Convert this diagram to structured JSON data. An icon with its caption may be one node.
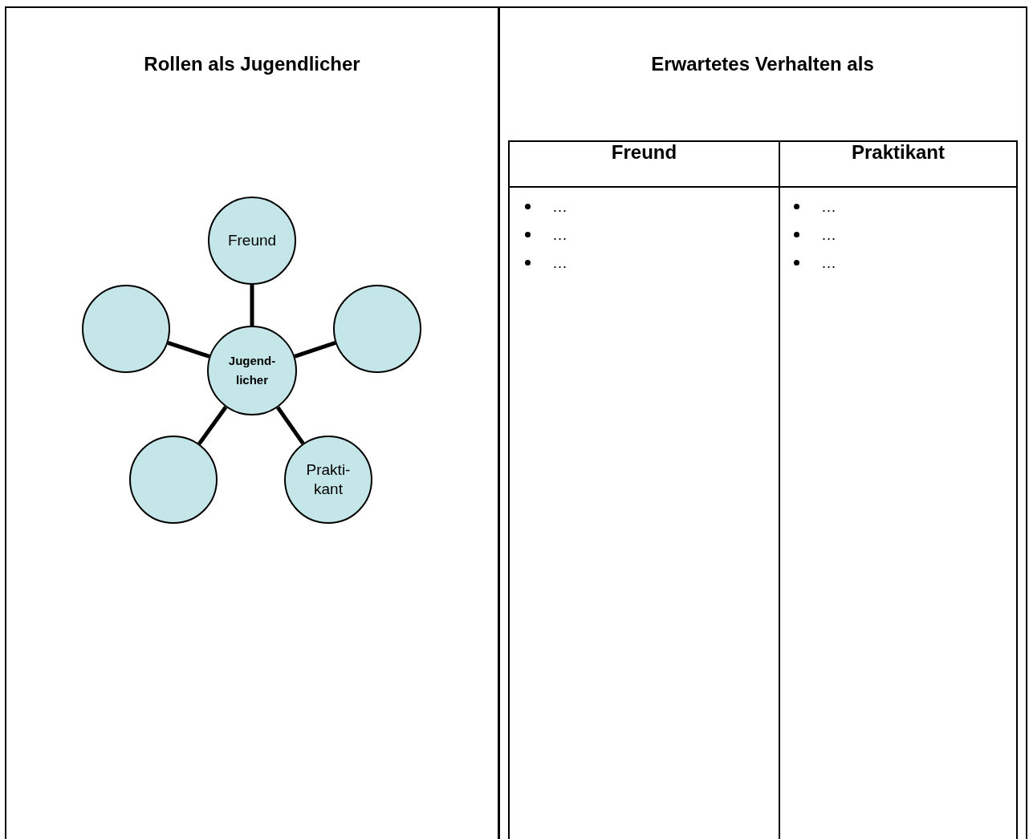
{
  "diagram": {
    "nodes": [
      {
        "text": [
          "Freund"
        ]
      },
      {
        "text": [],
        "shape": "circle"
      },
      {
        "text": [],
        "shape": "circle"
      },
      {
        "text": [
          "Jugend- licher"
        ]
      },
      {
        "text": [],
        "shape": "circle"
      },
      {
        "text": [
          "Prakti- kant"
        ]
      }
    ],
    "edges": [
      {
        "from": 3,
        "to": 0,
        "arrow": "none"
      },
      {
        "from": 3,
        "to": 1,
        "arrow": "none"
      },
      {
        "from": 3,
        "to": 2,
        "arrow": "none"
      },
      {
        "from": 3,
        "to": 4,
        "arrow": "none"
      },
      {
        "from": 3,
        "to": 5,
        "arrow": "none"
      }
    ],
    "labels": [
      "Rollen als Jugendlicher",
      "Erwartetes Verhalten als",
      "Freund",
      "Praktikant",
      "…",
      "…",
      "…",
      "…",
      "…",
      "…"
    ]
  }
}
